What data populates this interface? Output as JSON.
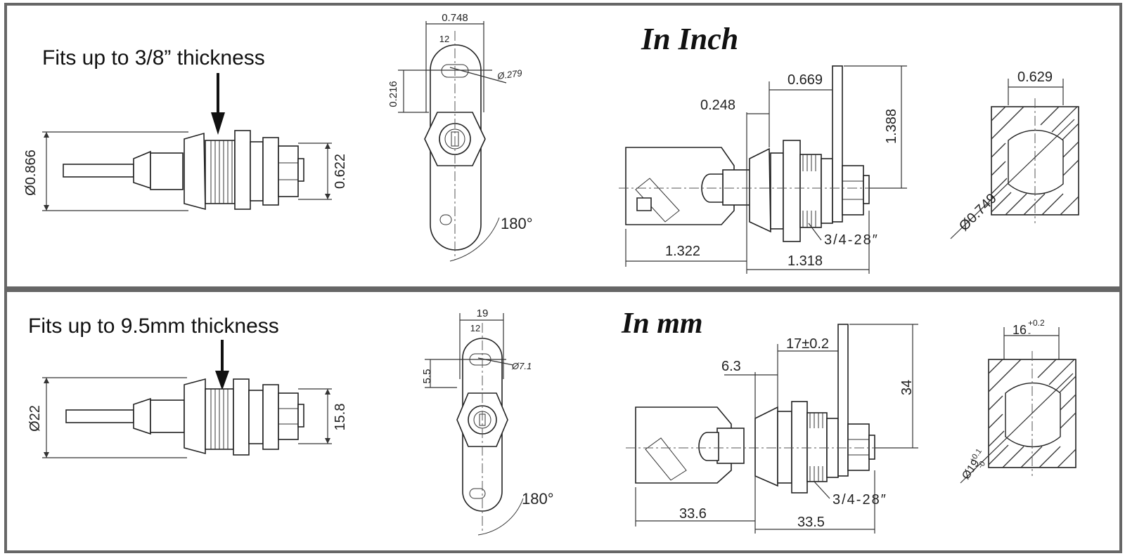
{
  "inch": {
    "title": "In Inch",
    "fit_label": "Fits up to 3/8” thickness",
    "side": {
      "diameter": "Ø0.866",
      "height": "0.622"
    },
    "front": {
      "width": "0.748",
      "inner_width": "12",
      "offset": "0.216",
      "hole": "Ø.279",
      "rotation": "180°"
    },
    "key": {
      "d1": "0.248",
      "d2": "0.669",
      "height": "1.388",
      "key_len": "1.322",
      "body_len": "1.318",
      "thread": "3/4-28″"
    },
    "cutout": {
      "width": "0.629",
      "diameter": "Ø0.749"
    }
  },
  "mm": {
    "title": "In mm",
    "fit_label": "Fits up to 9.5mm thickness",
    "side": {
      "diameter": "Ø22",
      "height": "15.8"
    },
    "front": {
      "width": "19",
      "inner_width": "12",
      "offset": "5.5",
      "hole": "Ø7.1",
      "rotation": "180°"
    },
    "key": {
      "d1": "6.3",
      "d2": "17±0.2",
      "height": "34",
      "key_len": "33.6",
      "body_len": "33.5",
      "thread": "3/4-28″"
    },
    "cutout": {
      "width": "16",
      "width_tol": "+0.2",
      "width_tol_lo": "-",
      "diameter": "Ø19",
      "diameter_tol": "+0.1",
      "diameter_tol_lo": "-0"
    }
  }
}
